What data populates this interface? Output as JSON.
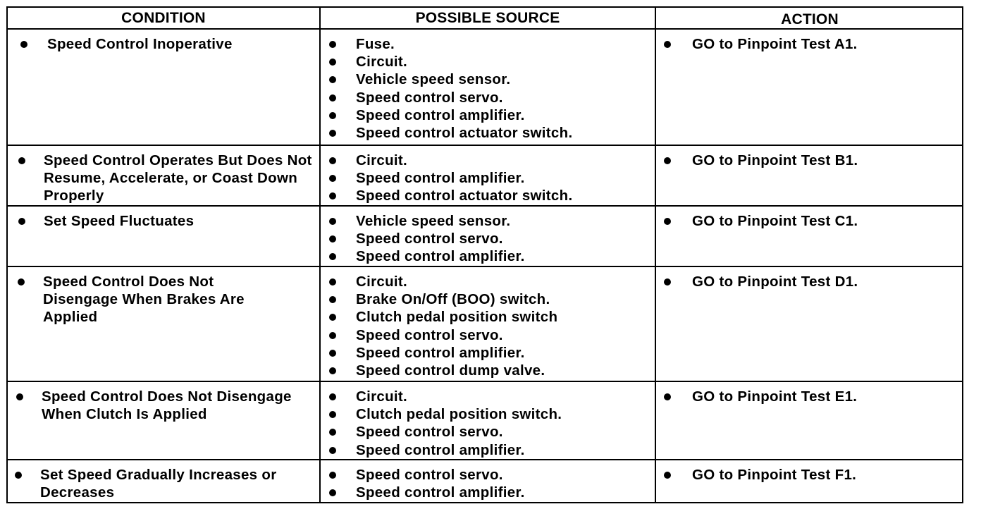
{
  "headers": {
    "condition": "CONDITION",
    "source": "POSSIBLE SOURCE",
    "action": "ACTION"
  },
  "rows": [
    {
      "condition": "Speed Control Inoperative",
      "sources": [
        "Fuse.",
        "Circuit.",
        "Vehicle speed sensor.",
        "Speed control servo.",
        "Speed control amplifier.",
        "Speed control actuator switch."
      ],
      "action": "GO to Pinpoint Test A1."
    },
    {
      "condition": "Speed Control Operates But Does Not Resume, Accelerate, or Coast Down Properly",
      "sources": [
        "Circuit.",
        "Speed control amplifier.",
        "Speed control actuator switch."
      ],
      "action": "GO to Pinpoint Test B1."
    },
    {
      "condition": "Set Speed Fluctuates",
      "sources": [
        "Vehicle speed sensor.",
        "Speed control servo.",
        "Speed control amplifier."
      ],
      "action": "GO to Pinpoint Test C1."
    },
    {
      "condition": "Speed Control Does Not Disengage When Brakes Are Applied",
      "sources": [
        "Circuit.",
        "Brake On/Off (BOO) switch.",
        "Clutch pedal position switch",
        "Speed control servo.",
        "Speed control amplifier.",
        "Speed control dump valve."
      ],
      "action": "GO to Pinpoint Test D1."
    },
    {
      "condition": "Speed Control Does Not Disengage When Clutch Is Applied",
      "sources": [
        "Circuit.",
        "Clutch pedal position switch.",
        "Speed control servo.",
        "Speed control amplifier."
      ],
      "action": "GO to Pinpoint Test E1."
    },
    {
      "condition": "Set Speed Gradually Increases or Decreases",
      "sources": [
        "Speed control servo.",
        "Speed control amplifier."
      ],
      "action": "GO to Pinpoint Test F1."
    }
  ]
}
